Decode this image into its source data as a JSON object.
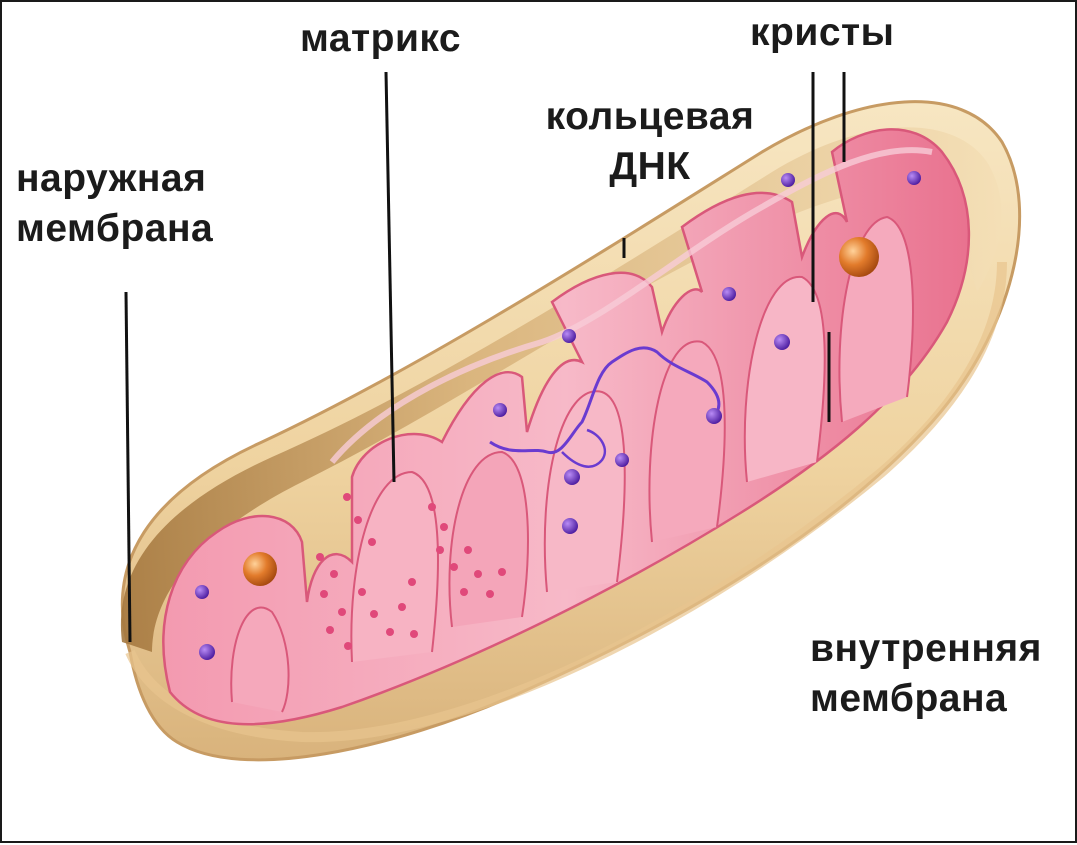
{
  "diagram": {
    "labels": {
      "outer_membrane": [
        "наружная",
        "мембрана"
      ],
      "matrix": "матрикс",
      "circular_dna": [
        "кольцевая",
        "ДНК"
      ],
      "cristae": "кристы",
      "inner_membrane": [
        "внутренняя",
        "мембрана"
      ]
    },
    "colors": {
      "outer_membrane": "#f1d9a9",
      "outer_membrane_shadow": "#c9a069",
      "cristae": "#ee7f9a",
      "cristae_light": "#f6b3c3",
      "matrix_dots": "#6b2fc4",
      "ribosome_dots": "#e0497a",
      "granule": "#d66a1f",
      "leader_line": "#111111",
      "label_text": "#1b1b1b"
    }
  }
}
